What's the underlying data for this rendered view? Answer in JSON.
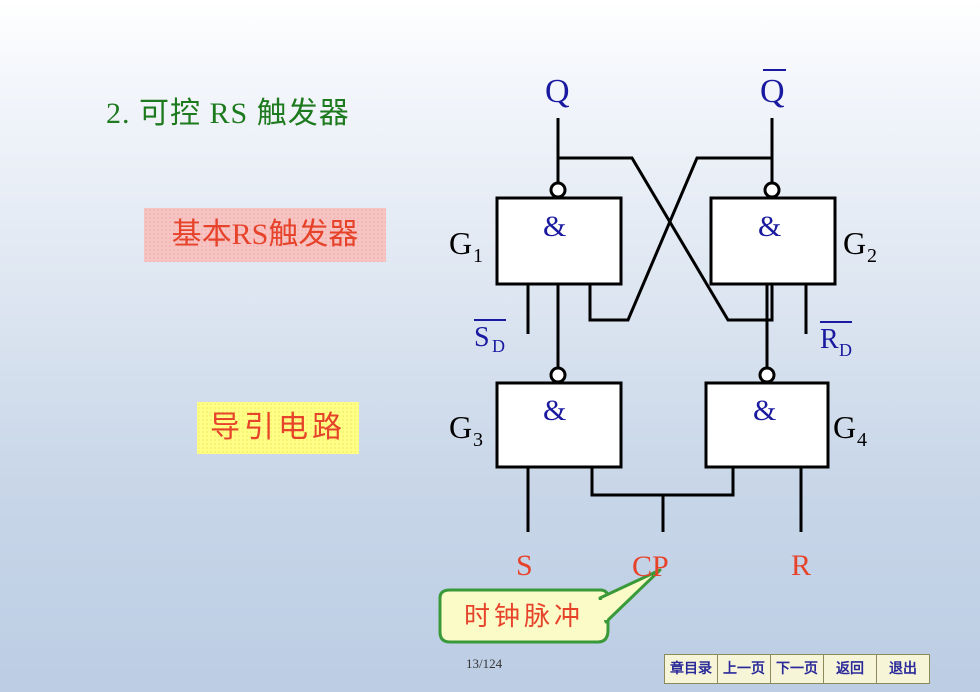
{
  "title": "2. 可控 RS 触发器",
  "labels": {
    "basic_rs": "基本RS触发器",
    "guide_circuit": "导引电路"
  },
  "circuit": {
    "outputs": {
      "q": "Q",
      "q_bar": "Q"
    },
    "gates": {
      "g1": {
        "name": "G",
        "index": "1",
        "symbol": "&"
      },
      "g2": {
        "name": "G",
        "index": "2",
        "symbol": "&"
      },
      "g3": {
        "name": "G",
        "index": "3",
        "symbol": "&"
      },
      "g4": {
        "name": "G",
        "index": "4",
        "symbol": "&"
      }
    },
    "sd": {
      "main": "S",
      "sub": "D"
    },
    "rd": {
      "main": "R",
      "sub": "D"
    },
    "inputs": {
      "s": "S",
      "cp": "CP",
      "r": "R"
    }
  },
  "callout": "时钟脉冲",
  "page_number": "13/124",
  "nav": {
    "chapter_index": "章目录",
    "prev": "上一页",
    "next": "下一页",
    "back": "返回",
    "exit": "退出"
  },
  "colors": {
    "title": "#1e7a1e",
    "label_text": "#e6432a",
    "output_text": "#1a1aa0",
    "input_text": "#e6432a",
    "callout_fill": "#fbfbc8",
    "callout_border": "#3a9a3a"
  }
}
